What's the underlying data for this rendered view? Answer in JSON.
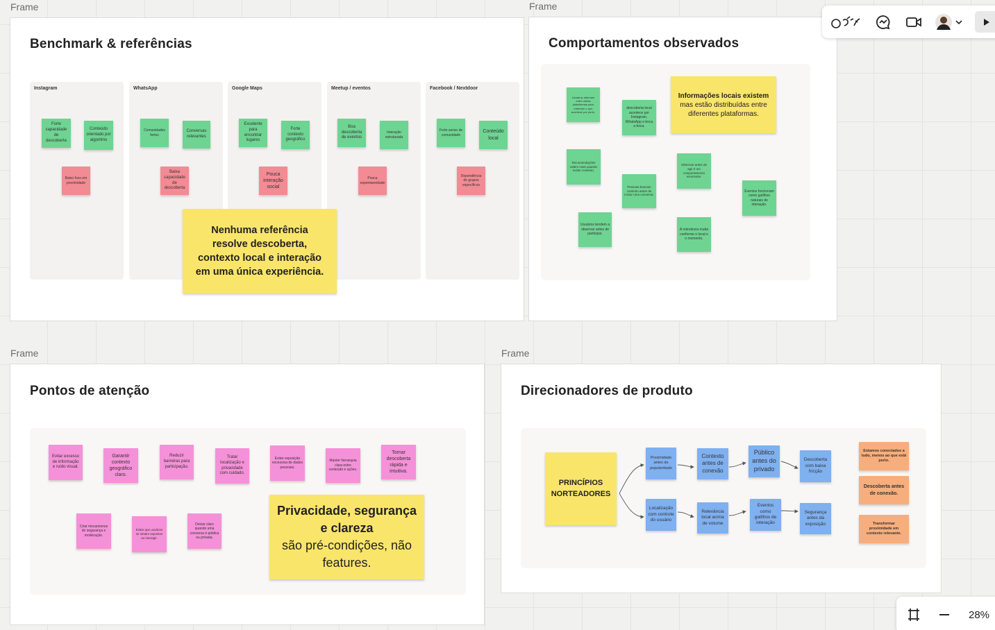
{
  "toolbar": {
    "reactions_icon": "reactions-icon",
    "comments_icon": "comment-icon",
    "video_icon": "video-camera-icon",
    "avatar_icon": "user-avatar",
    "chevron_icon": "chevron-down-icon",
    "present_icon": "play-icon"
  },
  "zoom": {
    "fit_icon": "fit-to-screen-icon",
    "minus_icon": "zoom-out-icon",
    "level": "28%"
  },
  "frames": {
    "f1": {
      "label": "Frame",
      "title": "Benchmark & referências"
    },
    "f2": {
      "label": "Frame",
      "title": "Comportamentos observados"
    },
    "f3": {
      "label": "Frame",
      "title": "Pontos de atenção"
    },
    "f4": {
      "label": "Frame",
      "title": "Direcionadores de produto"
    }
  },
  "benchmark": {
    "columns": [
      "Instagram",
      "WhatsApp",
      "Google Maps",
      "Meetup / eventos",
      "Facebook / Nextdoor"
    ],
    "stickies": [
      "Forte capacidade de descoberta",
      "Conteúdo orientado por algoritmo",
      "Baixo foco em proximidade",
      "Comunidades fortes",
      "Conversas relevantes",
      "Baixa capacidade de descoberta",
      "Excelente para encontrar lugares",
      "Forte contexto geográfico",
      "Pouca interação social",
      "Boa descoberta de eventos",
      "Interação estruturada",
      "Pouca espontaneidade",
      "Forte senso de comunidade",
      "Conteúdo local",
      "Dependência de grupos específicos"
    ],
    "highlight": "Nenhuma referência resolve descoberta, contexto local e interação em uma única experiência."
  },
  "behaviors": {
    "stickies": [
      "Usuários alternam entre várias plataformas para entender o que acontece por perto.",
      "descoberta local acontece por Instagram, WhatsApp e boca a boca.",
      "Recomendações valem mais quando existe contexto.",
      "Pessoas buscam contexto antes de iniciar uma conversa.",
      "Observar antes de agir é um comportamento recorrente.",
      "Eventos funcionam como gatilhos naturais de interação.",
      "Usuários tendem a observar antes de participar.",
      "A relevância muda conforme o local e o momento."
    ],
    "highlight_bold": "Informações locais existem",
    "highlight_rest": "mas estão distribuídas entre diferentes plataformas."
  },
  "attention": {
    "stickies": [
      "Evitar excesso de informação e ruído visual.",
      "Garantir contexto geográfico claro.",
      "Reduzir barreiras para participação.",
      "Tratar localização e privacidade com cuidado.",
      "Evitar exposição excessiva de dados pessoais.",
      "Manter hierarquia clara entre conteúdo e ações.",
      "Tornar descoberta rápida e intuitiva.",
      "Criar mecanismos de segurança e moderação.",
      "Evitar que usuários se sintam expostos ao interagir.",
      "Deixar claro quando uma conversa é pública ou privada."
    ],
    "highlight_bold": "Privacidade, segurança e clareza",
    "highlight_rest": "são pré-condições, não features."
  },
  "drivers": {
    "principles": "PRINCÍPIOS NORTEADORES",
    "flow_top": [
      "Proximidade antes de popularidade",
      "Contexto antes de conexão",
      "Público antes do privado",
      "Descoberta com baixa fricção"
    ],
    "flow_bottom": [
      "Localização com controle do usuário",
      "Relevância local acima de volume",
      "Eventos como gatilhos de interação",
      "Segurança antes da exposição"
    ],
    "outcomes": [
      "Estamos conectados a tudo, menos ao que está perto.",
      "Descoberta antes de conexão.",
      "Transformar proximidade em contexto relevante."
    ]
  }
}
